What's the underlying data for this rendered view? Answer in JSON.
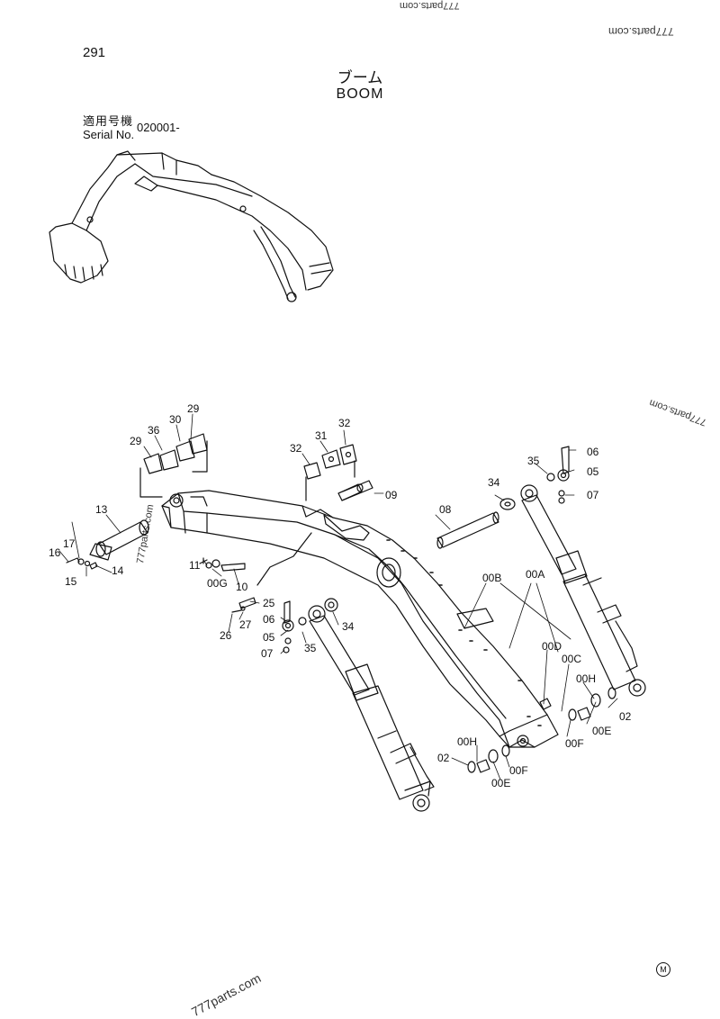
{
  "page_number": "291",
  "title_jp": "ブーム",
  "title_en": "BOOM",
  "serial_label_jp": "適用号機",
  "serial_label_en": "Serial No.",
  "serial_value": "020001-",
  "watermarks": [
    "777parts.com",
    "777parts.com",
    "777parts.com",
    "777parts.com",
    "777parts.com"
  ],
  "maker_mark": "M",
  "callouts": [
    "29",
    "36",
    "30",
    "29",
    "32",
    "31",
    "32",
    "09",
    "13",
    "17",
    "16",
    "15",
    "14",
    "11",
    "00G",
    "10",
    "25",
    "27",
    "26",
    "06",
    "05",
    "35",
    "07",
    "34",
    "08",
    "00B",
    "00A",
    "34",
    "35",
    "06",
    "05",
    "07",
    "00D",
    "00C",
    "00H",
    "02",
    "00F",
    "00E",
    "00H",
    "02",
    "00F",
    "00E"
  ]
}
